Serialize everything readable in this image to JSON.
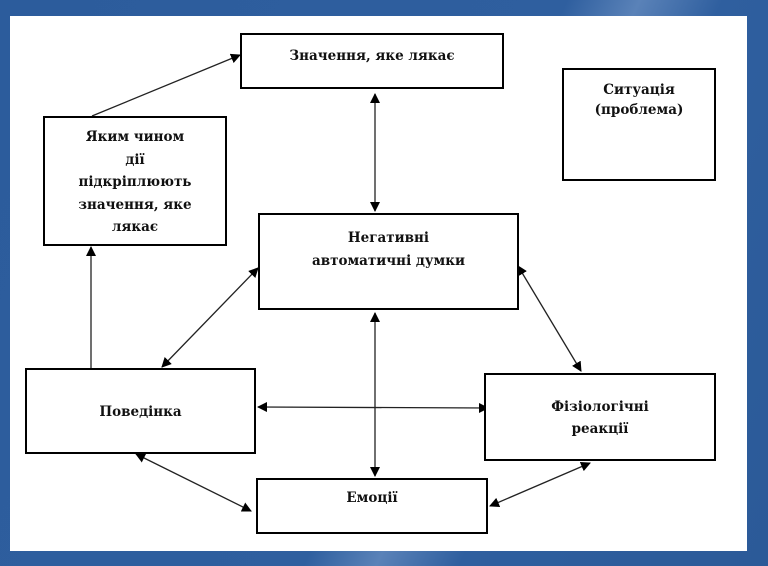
{
  "diagram": {
    "nodes": {
      "meaning": {
        "label": "Значення, яке лякає"
      },
      "situation": {
        "lines": [
          "Ситуація",
          "(проблема)"
        ]
      },
      "actions": {
        "lines": [
          "Яким чином",
          "дії",
          "підкріплюють",
          "значення, яке",
          "лякає"
        ]
      },
      "thoughts": {
        "lines": [
          "Негативні",
          "автоматичні думки"
        ]
      },
      "behavior": {
        "label": "Поведінка"
      },
      "physiology": {
        "lines": [
          "Фізіологічні",
          "реакції"
        ]
      },
      "emotions": {
        "label": "Емоції"
      }
    },
    "edges": [
      {
        "from": "actions",
        "to": "meaning",
        "direction": "one-way"
      },
      {
        "from": "meaning",
        "to": "thoughts",
        "direction": "two-way"
      },
      {
        "from": "behavior",
        "to": "actions",
        "direction": "one-way"
      },
      {
        "from": "thoughts",
        "to": "behavior",
        "direction": "two-way"
      },
      {
        "from": "thoughts",
        "to": "physiology",
        "direction": "two-way"
      },
      {
        "from": "behavior",
        "to": "physiology",
        "direction": "two-way"
      },
      {
        "from": "thoughts",
        "to": "emotions",
        "direction": "two-way"
      },
      {
        "from": "behavior",
        "to": "emotions",
        "direction": "two-way"
      },
      {
        "from": "physiology",
        "to": "emotions",
        "direction": "two-way"
      }
    ]
  }
}
